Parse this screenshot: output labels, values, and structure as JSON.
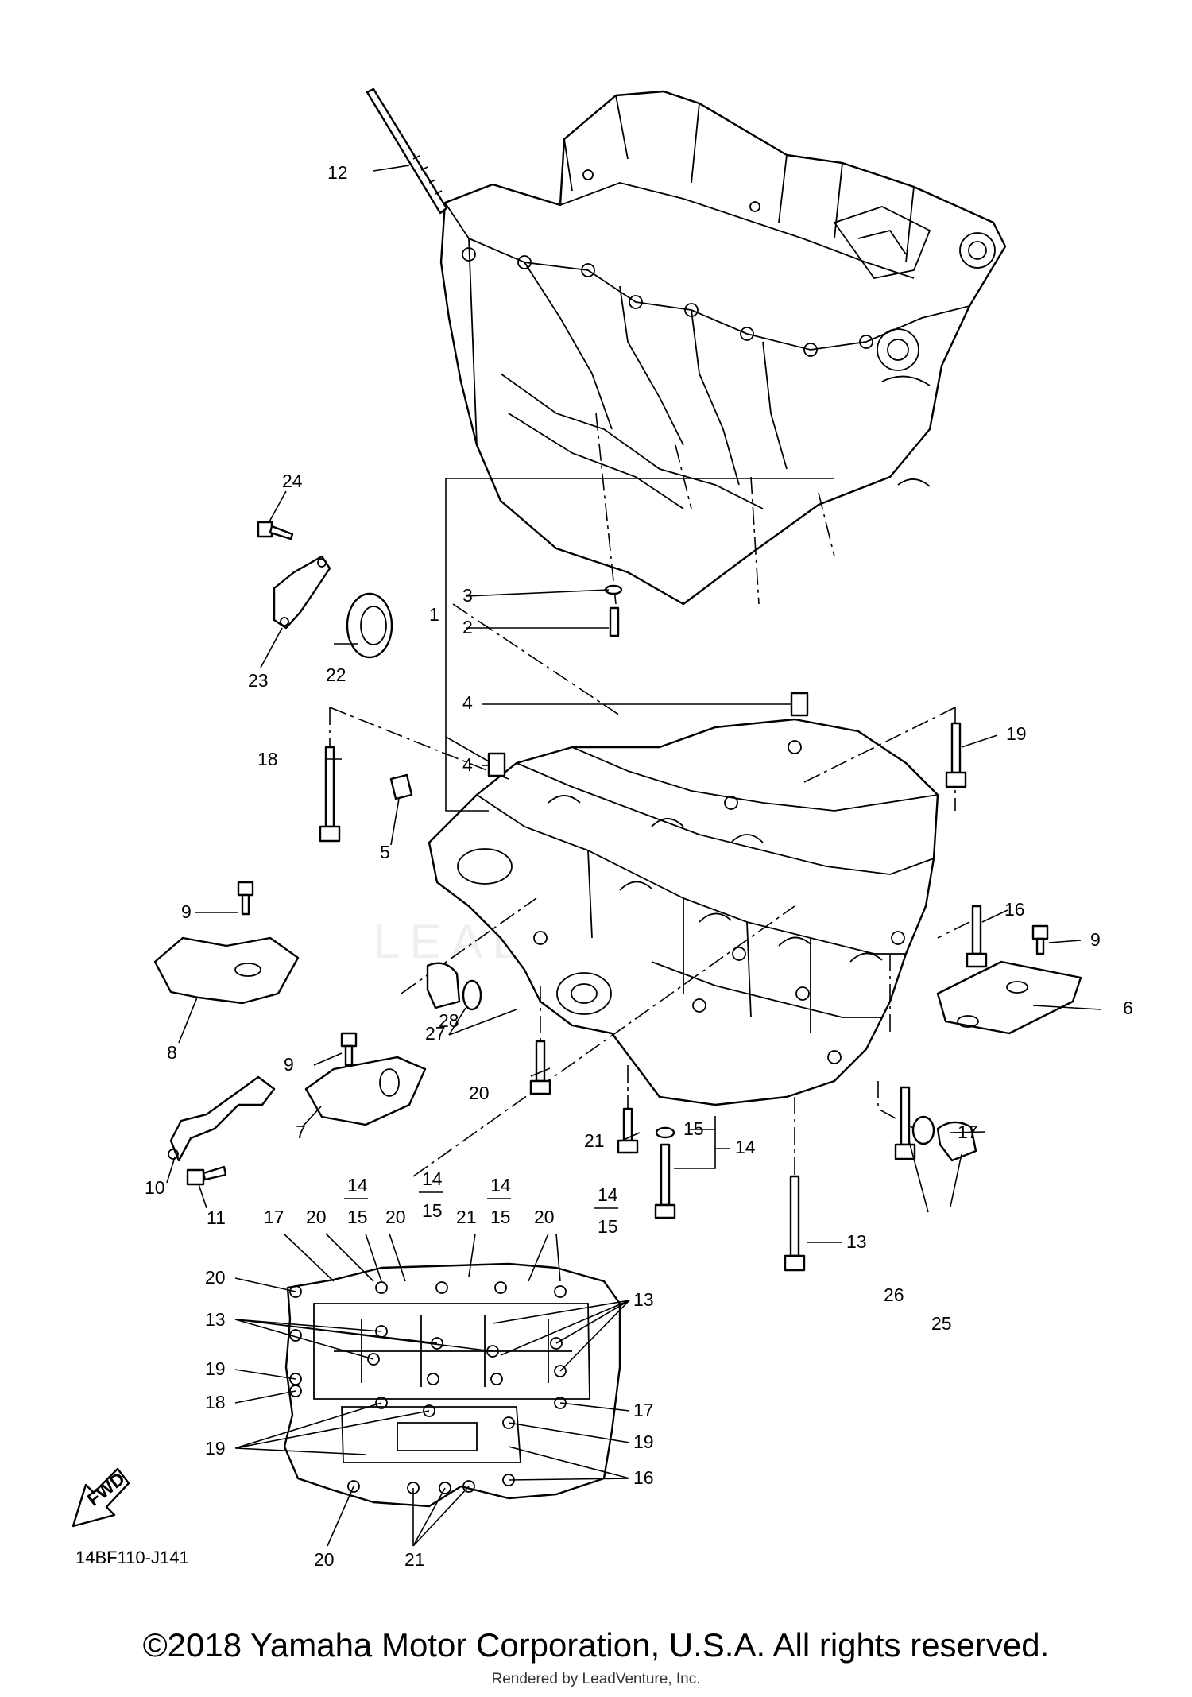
{
  "diagram": {
    "labels": [
      "1",
      "2",
      "3",
      "4",
      "4",
      "5",
      "6",
      "7",
      "8",
      "9",
      "9",
      "9",
      "10",
      "11",
      "12",
      "13",
      "14",
      "15",
      "16",
      "17",
      "18",
      "19",
      "20",
      "21",
      "22",
      "23",
      "24",
      "25",
      "26",
      "27",
      "28"
    ],
    "bottom_view": {
      "top_numbers": [
        "17",
        "20",
        "20",
        "21",
        "20"
      ],
      "pairs": [
        {
          "top": "14",
          "bottom": "15"
        },
        {
          "top": "14",
          "bottom": "15"
        },
        {
          "top": "14",
          "bottom": "15"
        },
        {
          "top": "14",
          "bottom": "15"
        }
      ],
      "left_numbers": [
        "20",
        "13",
        "19",
        "18",
        "19"
      ],
      "right_numbers": [
        "13",
        "17",
        "19",
        "16"
      ],
      "bottom_numbers": [
        "20",
        "21"
      ]
    },
    "fwd_badge": "FWD",
    "drawing_code": "14BF110-J141",
    "watermark": "LEADVENTURE"
  },
  "footer": {
    "copyright": "©2018 Yamaha Motor Corporation, U.S.A. All rights reserved.",
    "rendered_by": "Rendered by LeadVenture, Inc."
  }
}
